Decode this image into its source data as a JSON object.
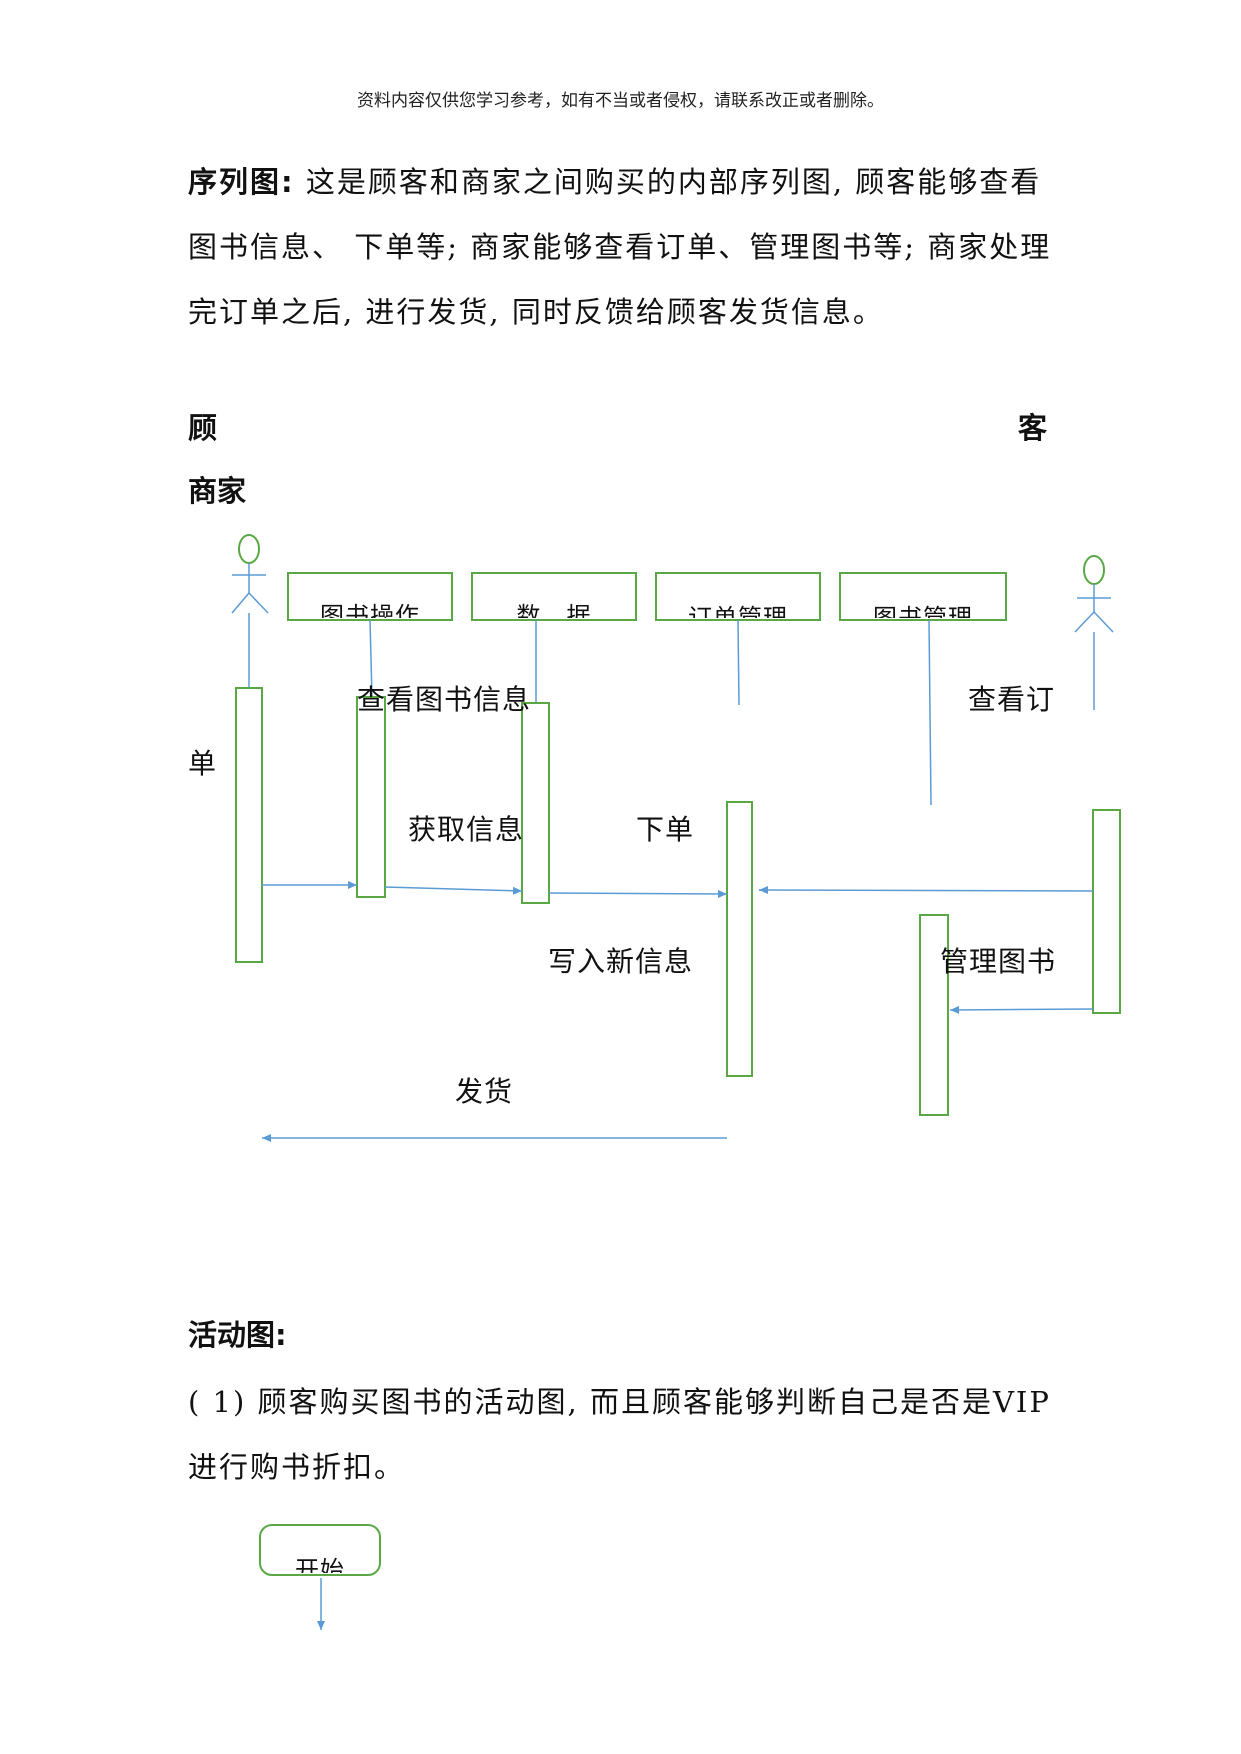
{
  "notice": "资料内容仅供您学习参考，如有不当或者侵权，请联系改正或者删除。",
  "section1": {
    "title": "序列图:",
    "body": " 这是顾客和商家之间购买的内部序列图, 顾客能够查看图书信息、 下单等; 商家能够查看订单、管理图书等; 商家处理完订单之后, 进行发货, 同时反馈给顾客发货信息。"
  },
  "actors": {
    "customer_left": "顾",
    "customer_right": "客",
    "merchant": "商家"
  },
  "diagram": {
    "objects": [
      "图书操作",
      "数　据",
      "订单管理",
      "图书管理"
    ],
    "messages": {
      "view_book": "查看图书信息",
      "view_order_a": "查看订",
      "view_order_b": "单",
      "get_info": "获取信息",
      "place_order": "下单",
      "write_info": "写入新信息",
      "manage_books": "管理图书",
      "ship": "发货"
    }
  },
  "section2": {
    "title": "活动图:",
    "item1": "( 1) 顾客购买图书的活动图, 而且顾客能够判断自己是否是VIP进行购书折扣。"
  },
  "activity": {
    "start": "开始"
  },
  "colors": {
    "green": "#5aa845",
    "blue": "#5b9bd5",
    "text": "#111111"
  }
}
